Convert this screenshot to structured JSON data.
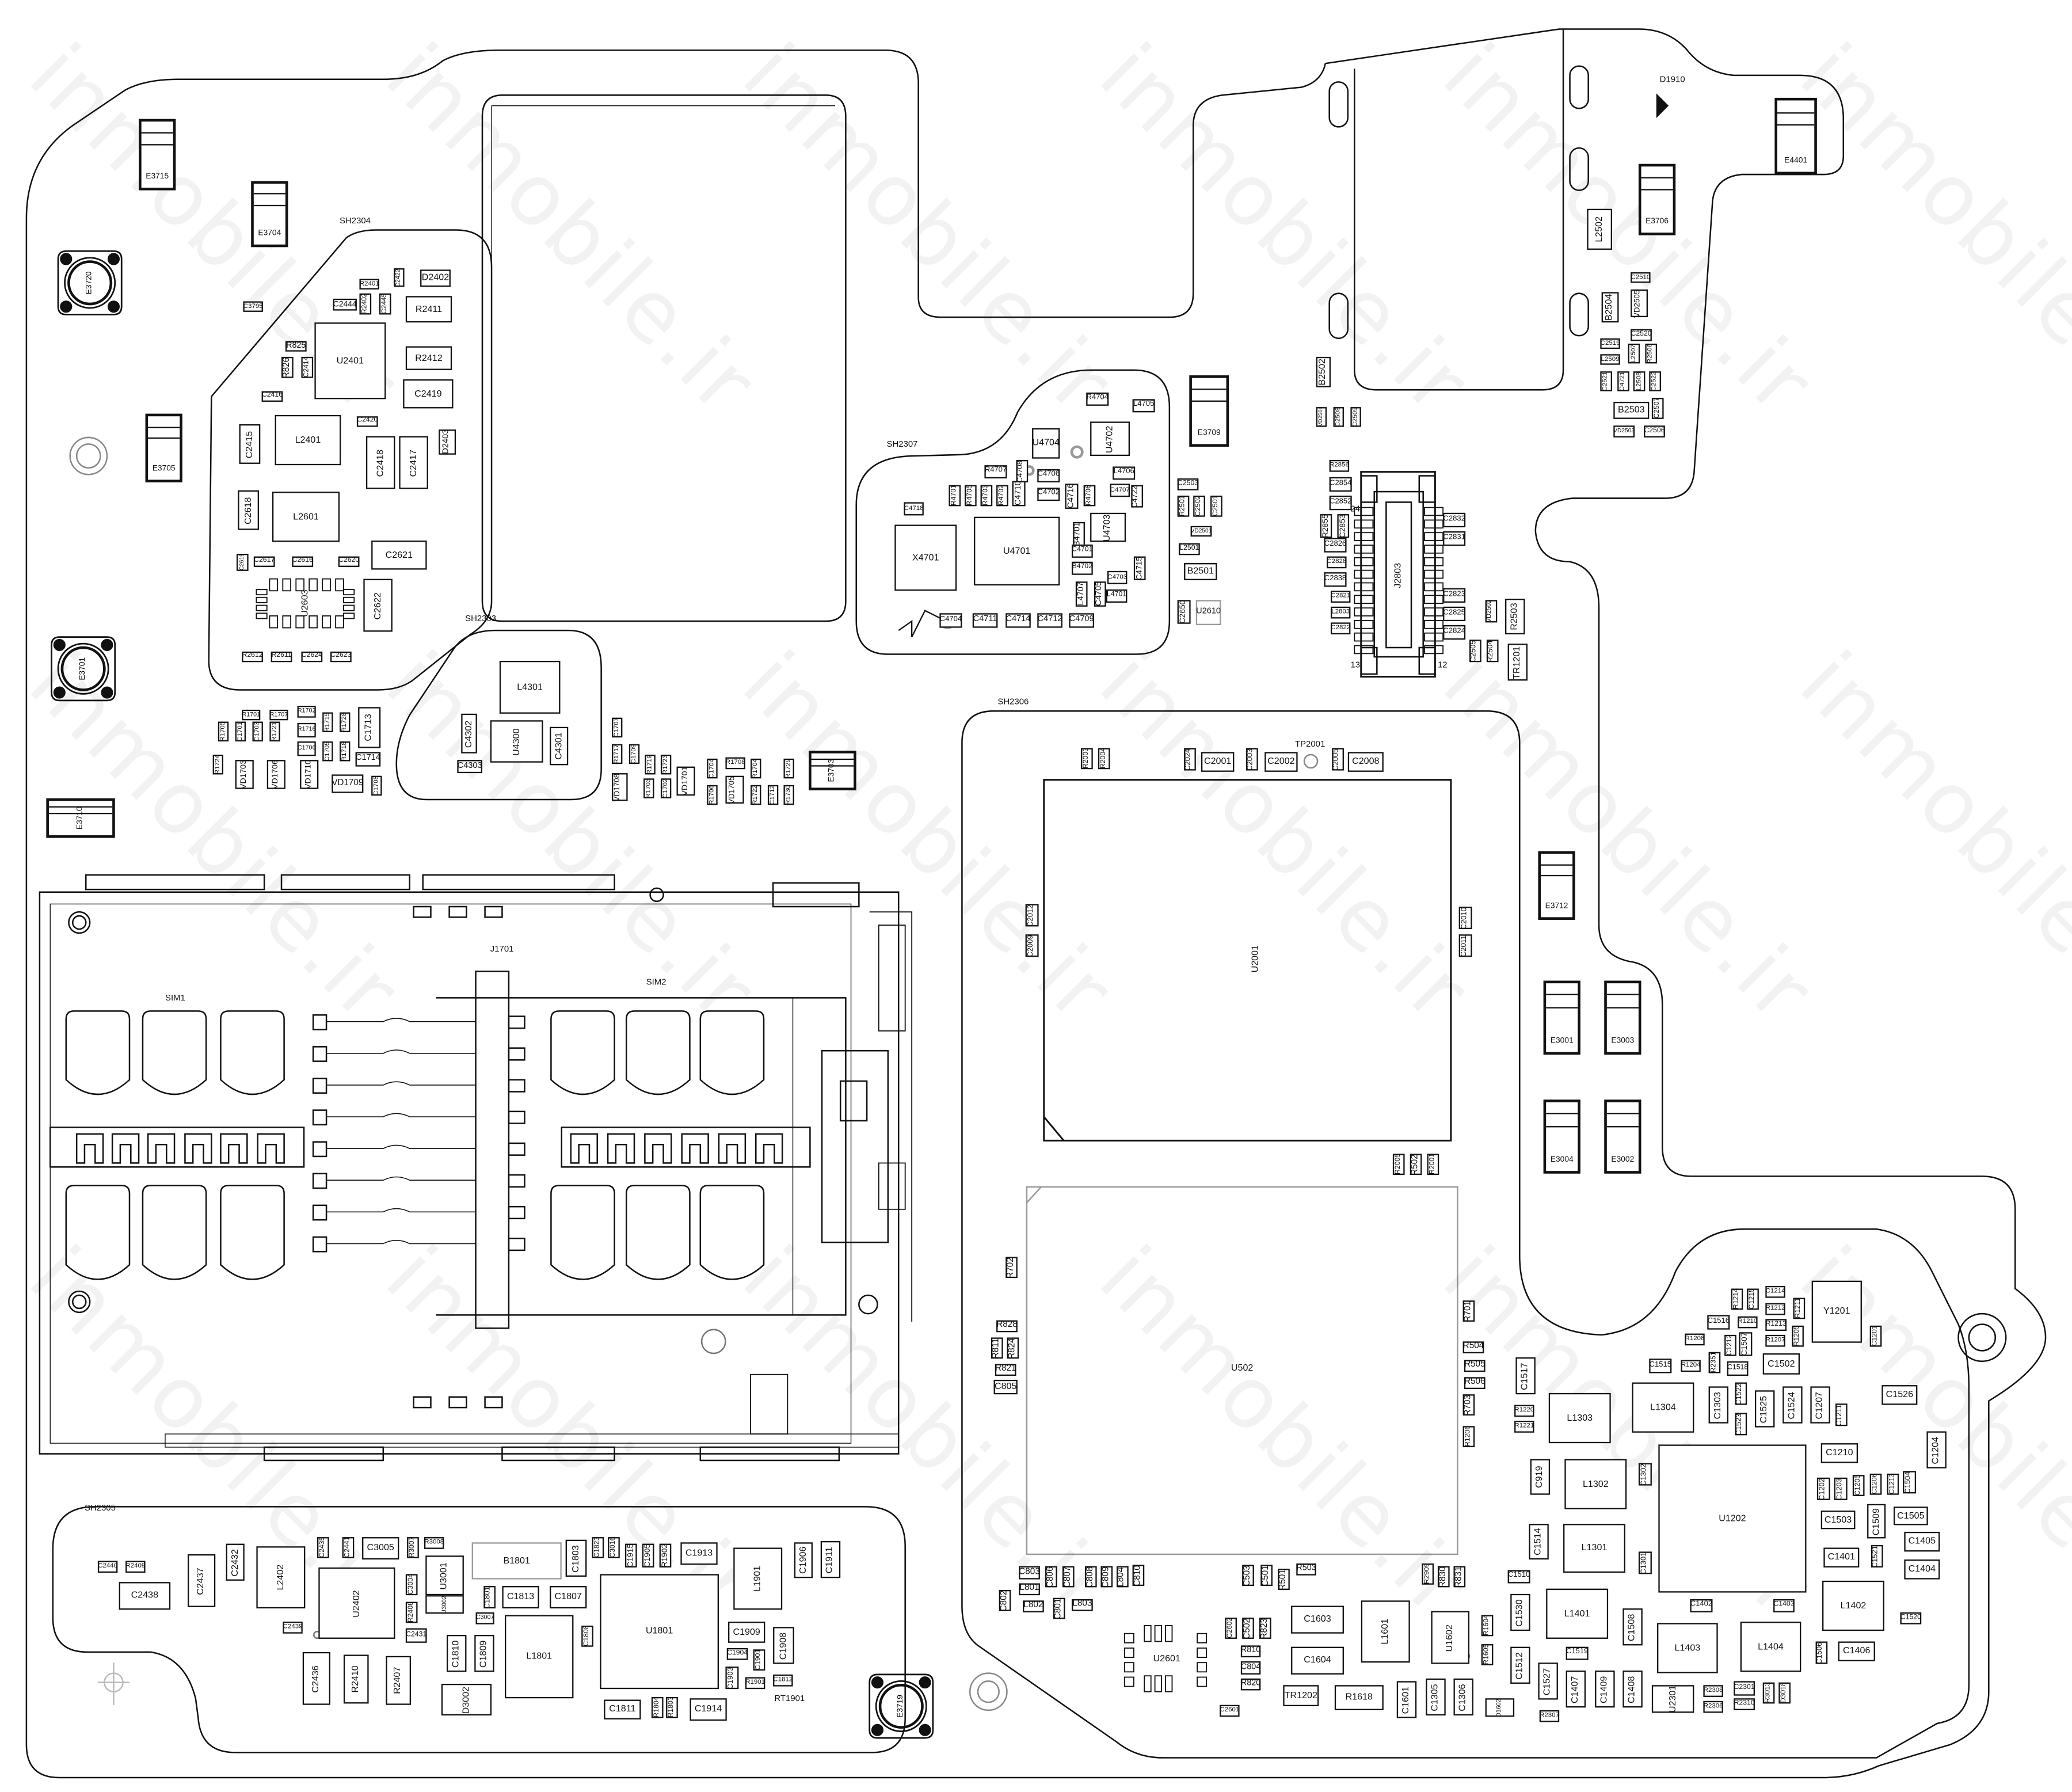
{
  "watermark": "inmobile.ir",
  "shields": {
    "sh2304": "SH2304",
    "sh2303": "SH2303",
    "sh2307": "SH2307",
    "sh2306": "SH2306",
    "sh2305": "SH2305"
  },
  "labels": {
    "j1701": "J1701",
    "sim1": "SIM1",
    "sim2": "SIM2",
    "d1910": "D1910",
    "rt1901": "RT1901",
    "tp2001": "TP2001",
    "pin24": "24",
    "pin13": "13",
    "pin12": "12"
  },
  "mounts": [
    "E3720",
    "E3701",
    "E3719"
  ],
  "clips": [
    "E3715",
    "E3704",
    "E3705",
    "E3710",
    "E3703",
    "E3709",
    "E3706",
    "E4401",
    "E3712",
    "E3001",
    "E3003",
    "E3004",
    "E3002"
  ],
  "parts": {
    "sh2304": [
      "C3795",
      "R2401",
      "C2422",
      "D2402",
      "C2444",
      "R2402",
      "C2445",
      "R2411",
      "U2401",
      "R2412",
      "C2419",
      "R825",
      "R826",
      "C2414",
      "C2416",
      "L2401",
      "C2420",
      "C2415",
      "C2418",
      "C2417",
      "D2403",
      "C2618",
      "L2601",
      "C2619",
      "C2617",
      "C2616",
      "C2620",
      "C2621",
      "U2603",
      "C2622",
      "R2612",
      "R2611",
      "C2624",
      "C2623"
    ],
    "sh2303": [
      "L4301",
      "C4302",
      "U4300",
      "C4301",
      "C4303"
    ],
    "cluster1700": [
      "R1701",
      "R1707",
      "R1702",
      "R1705",
      "C1701",
      "C1703",
      "R1721",
      "R1716",
      "R1715",
      "R1728",
      "C1713",
      "C1706",
      "C1705",
      "R1718",
      "C1714",
      "R1724",
      "VD1703",
      "VD1706",
      "VD1710",
      "VD1709",
      "C1708",
      "C1707",
      "R1717",
      "C1709",
      "R1719",
      "R1723",
      "VD1708",
      "R1703",
      "C1702",
      "VD1701",
      "C1704",
      "R1708",
      "R1704",
      "R1729",
      "R1706",
      "VD1705",
      "R1722",
      "C1712",
      "R1730"
    ],
    "sh2307": [
      "R4704",
      "L4705",
      "U4704",
      "U4702",
      "C4708",
      "R4707",
      "C4706",
      "L4706",
      "R4701",
      "R4705",
      "R4703",
      "R4702",
      "C4710",
      "C4702",
      "C4716",
      "R4706",
      "C4707",
      "C4722",
      "C4718",
      "U4701",
      "B4701",
      "U4703",
      "X4701",
      "C4701",
      "B4702",
      "C4715",
      "C4703",
      "L4707",
      "C4705",
      "L4701",
      "C4704",
      "C4711",
      "C4714",
      "C4712",
      "C4709"
    ],
    "cluster2500": [
      "C2503",
      "R2501",
      "C2502",
      "C2501",
      "VD2501",
      "L2501",
      "B2501",
      "C2650",
      "U2610"
    ],
    "top_right": [
      "L2502",
      "C2510",
      "B2504",
      "VD2505",
      "C2520",
      "C2519",
      "L2509",
      "L2507",
      "R2506",
      "C2521",
      "C4721",
      "L2508",
      "C2522",
      "B2503",
      "C2507",
      "VD2503",
      "C2506",
      "B2502",
      "VD2504",
      "C2508",
      "C2509"
    ],
    "connector": [
      "J2803",
      "R2856",
      "C2854",
      "C2852",
      "R2855",
      "C2853",
      "C2826",
      "C2828",
      "C2838",
      "C2821",
      "L2803",
      "C2822",
      "C2832",
      "C2831",
      "C2823",
      "C2825",
      "C2824",
      "VD2502",
      "R2503",
      "C2505",
      "R2504",
      "TR1201"
    ],
    "sh2306_top": [
      "R2003",
      "R2004",
      "C2024",
      "C2001",
      "C2003",
      "C2002",
      "C2005",
      "C2008",
      "U2001",
      "C2012",
      "C2009",
      "C2010",
      "C2011",
      "R2005",
      "R502",
      "R2001"
    ],
    "sh2306_u502": [
      "U502",
      "R702",
      "R828",
      "R811",
      "R824",
      "R821",
      "C805",
      "R701",
      "R504",
      "R505",
      "R506",
      "R703",
      "R1206"
    ],
    "sh2306_bottom": [
      "C803",
      "C806",
      "C807",
      "C808",
      "C809",
      "L804",
      "C810",
      "L801",
      "C802",
      "L802",
      "C801",
      "L803",
      "C503",
      "C501",
      "R501",
      "R503",
      "R2909",
      "R830",
      "R831",
      "C1510",
      "U2601",
      "C2602",
      "C502",
      "R823",
      "R810",
      "C804",
      "R820",
      "C2601",
      "C1603",
      "C1604",
      "L1601",
      "U1602",
      "R1604",
      "R1605",
      "TR1202",
      "R1618",
      "C1601",
      "C1305",
      "C1306",
      "D1602",
      "C1530",
      "C1512",
      "C1527",
      "R2307",
      "L1401",
      "C1519",
      "C1508",
      "C1407",
      "C1409",
      "C1408",
      "U2301",
      "R2308",
      "R2306",
      "C2301",
      "R2310",
      "R3013",
      "D3018",
      "L1403",
      "L1404",
      "L1402",
      "C1402",
      "C1403",
      "C1506",
      "C1406",
      "C1401",
      "C1521",
      "C1520"
    ],
    "pmic": [
      "Y1201",
      "R1214",
      "C1215",
      "C1214",
      "R1212",
      "R1211",
      "C1516",
      "R1210",
      "R1213",
      "R1205",
      "C1201",
      "R1208",
      "C1212",
      "C1507",
      "R1207",
      "C1502",
      "C1515",
      "R1204",
      "R2351",
      "C1518",
      "C1517",
      "L1304",
      "C1303",
      "C1522",
      "C1523",
      "C1525",
      "C1524",
      "C1207",
      "C1211",
      "C1526",
      "R1220",
      "R1221",
      "L1303",
      "C1204",
      "C1210",
      "U1202",
      "C919",
      "L1302",
      "C1302",
      "C1202",
      "C1203",
      "C1205",
      "C1206",
      "C1213",
      "C1504",
      "C1503",
      "C1509",
      "C1505",
      "C1405",
      "C1404",
      "C1514",
      "L1301",
      "C1301"
    ],
    "sh2305": [
      "C2440",
      "R2409",
      "C2438",
      "C2437",
      "C2432",
      "L2402",
      "C2435",
      "C2441",
      "C3005",
      "R3007",
      "R3008",
      "U3001",
      "U3002",
      "B1801",
      "C1803",
      "C1823",
      "C3016",
      "C1915",
      "C1905",
      "R1902",
      "C1913",
      "L1901",
      "C1906",
      "C1911",
      "C3004",
      "C1801",
      "C1813",
      "C1807",
      "U2402",
      "R2408",
      "C2439",
      "C3007",
      "C2431",
      "U1801",
      "C1808",
      "L1801",
      "C1810",
      "C1809",
      "C1909",
      "C1908",
      "C1904",
      "C1901",
      "C1903",
      "R1901",
      "C1812",
      "C2436",
      "R2410",
      "R2407",
      "D3002",
      "C1811",
      "R1804",
      "R1803",
      "C1914"
    ]
  }
}
